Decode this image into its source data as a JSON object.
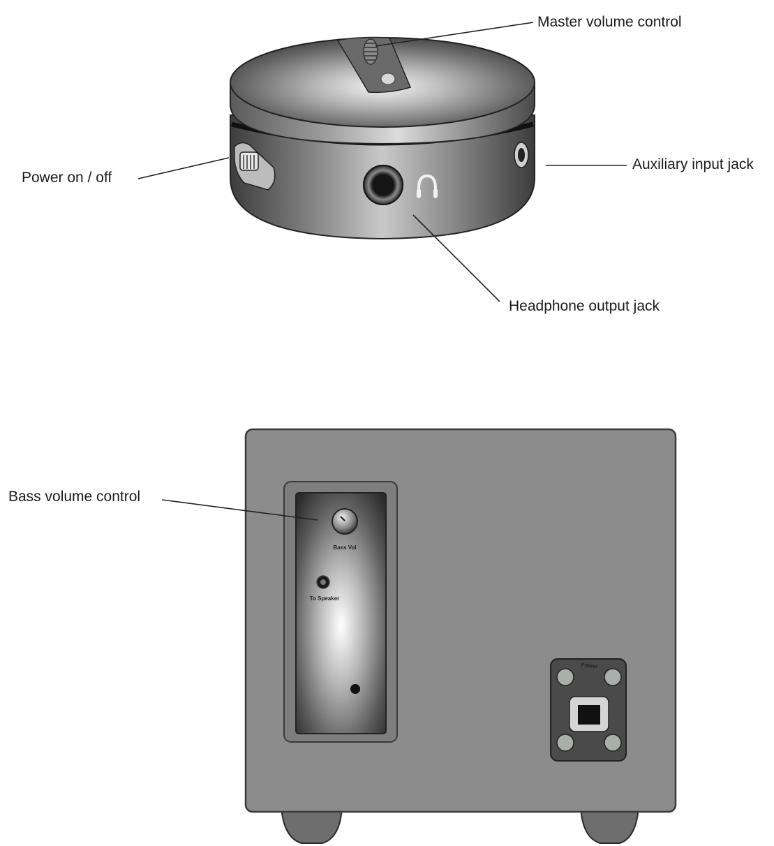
{
  "callouts": {
    "master_volume": "Master volume control",
    "auxiliary_input": "Auxiliary input jack",
    "power_switch": "Power on / off",
    "headphone_output": "Headphone output jack",
    "bass_volume": "Bass volume control"
  },
  "subwoofer_panel": {
    "bass_knob_label": "Bass Vol",
    "speaker_jack_label": "To Speaker",
    "power_socket_label": "Power"
  },
  "colors": {
    "background": "#ffffff",
    "cabinet": "#8c8c8c",
    "cabinet_edge": "#3a3a3a",
    "leader_line": "#222222"
  }
}
